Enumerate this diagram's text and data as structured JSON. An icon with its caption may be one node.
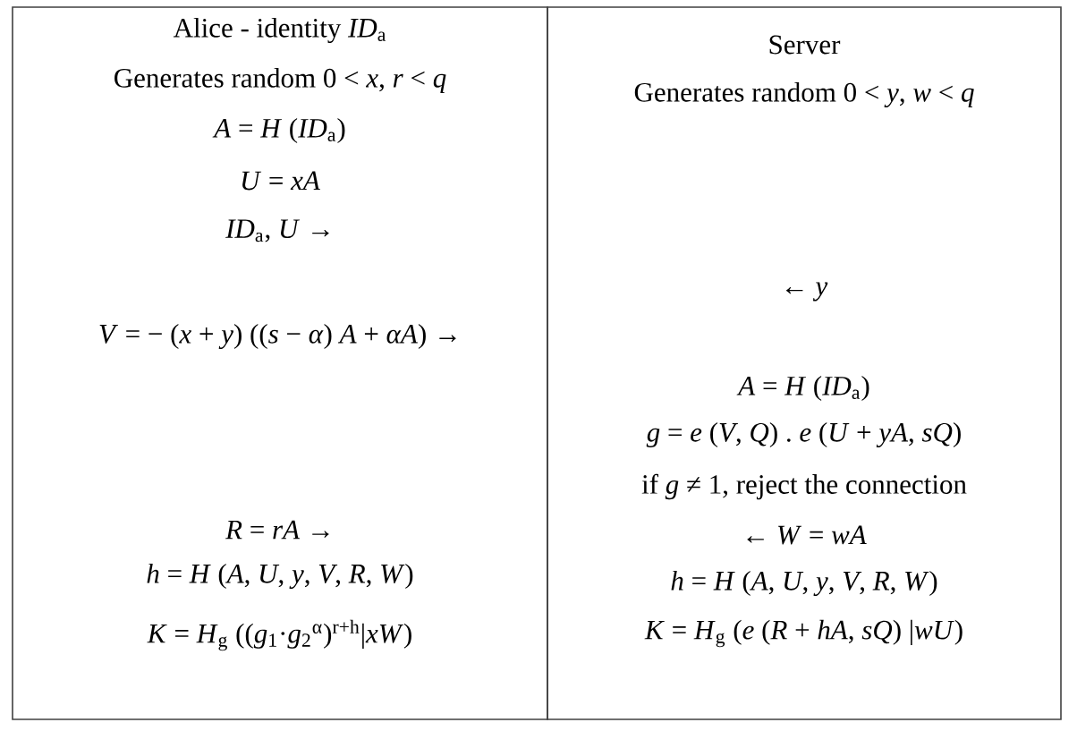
{
  "diagram": {
    "nodes": [
      {
        "text": [
          "Alice - identity *ID*$_{a}$",
          "Generates random 0 < *x*, *r* < *q*",
          "*A* = *H* (*ID*$_{a}$)",
          "*U* = *xA*",
          "*ID*$_{a}$, *U*          →",
          "*V* = − (*x* + *y*) ((*s* − *α*) *A* + *αA*) →",
          "*R* = *rA* →",
          "*h* = *H* (*A*, *U*, *y*, *V*, *R*, *W*)",
          "*K* = *H*$_{g}$ ((*g*$_{1}$·*g*$_{2}$$^{α}$)$^{r+h}$|*xW*)"
        ]
      },
      {
        "text": [
          "Server",
          "Generates random 0 < *y*, *w* < *q*",
          "← *y*",
          "*A* = *H* (*ID*$_{a}$)",
          "*g* = *e* (*V*, *Q*) . *e* (*U* + *yA*, *sQ*)",
          "if *g* ≠ 1, reject the connection",
          "← *W* = *wA*",
          "*h* = *H* (*A*, *U*, *y*, *V*, *R*, *W*)",
          "*K* = *H*$_{g}$ (*e* (*R* + *hA*, *sQ*) |*wU*)"
        ]
      }
    ]
  }
}
